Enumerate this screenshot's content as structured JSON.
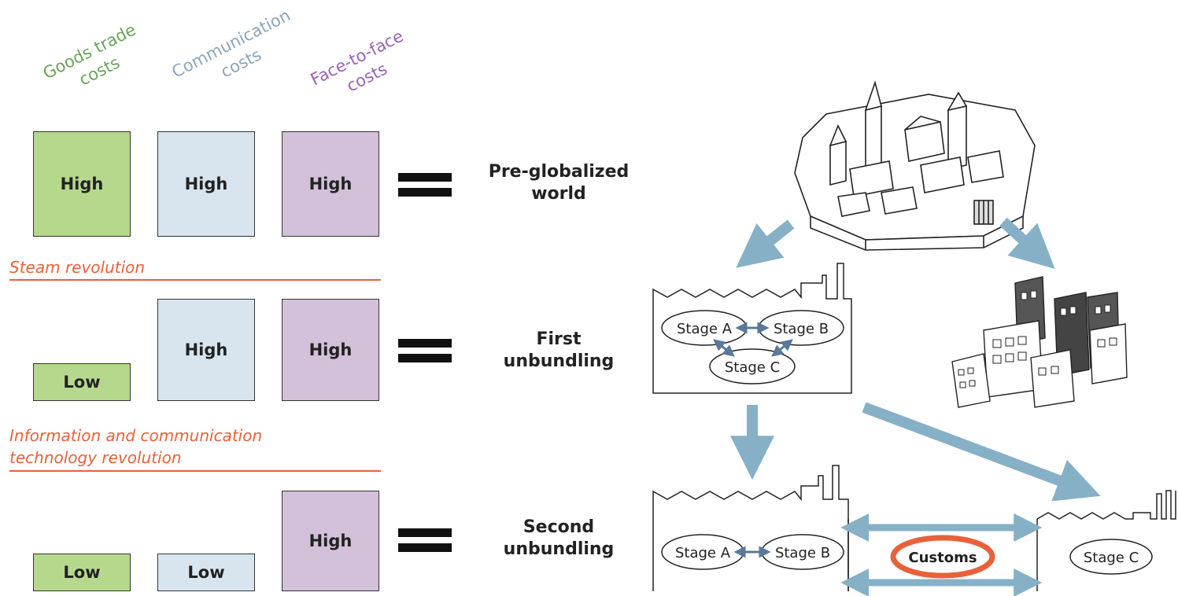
{
  "headers": {
    "goods": {
      "line1": "Goods trade",
      "line2": "costs",
      "color": "#6aa556"
    },
    "communication": {
      "line1": "Communication",
      "line2": "costs",
      "color": "#8ea4bd"
    },
    "face": {
      "line1": "Face-to-face",
      "line2": "costs",
      "color": "#9b62b5"
    }
  },
  "colors": {
    "goods": "#b6d88c",
    "communication": "#d8e5ef",
    "face": "#d2c1d9",
    "accent": "#e8613a",
    "arrow": "#86b0c6"
  },
  "rows": [
    {
      "goods": "High",
      "goods_level": "high",
      "communication": "High",
      "communication_level": "high",
      "face": "High",
      "face_level": "high",
      "result_line1": "Pre-globalized",
      "result_line2": "world"
    },
    {
      "goods": "Low",
      "goods_level": "low",
      "communication": "High",
      "communication_level": "high",
      "face": "High",
      "face_level": "high",
      "result_line1": "First",
      "result_line2": "unbundling"
    },
    {
      "goods": "Low",
      "goods_level": "low",
      "communication": "Low",
      "communication_level": "low",
      "face": "High",
      "face_level": "high",
      "result_line1": "Second",
      "result_line2": "unbundling"
    }
  ],
  "revolutions": {
    "steam": "Steam revolution",
    "ict_line1": "Information and communication",
    "ict_line2": "technology revolution"
  },
  "stages": {
    "a": "Stage A",
    "b": "Stage B",
    "c": "Stage C",
    "customs": "Customs"
  },
  "icons": [
    "walled-city-icon",
    "factory-icon",
    "city-skyline-icon",
    "customs-icon"
  ]
}
